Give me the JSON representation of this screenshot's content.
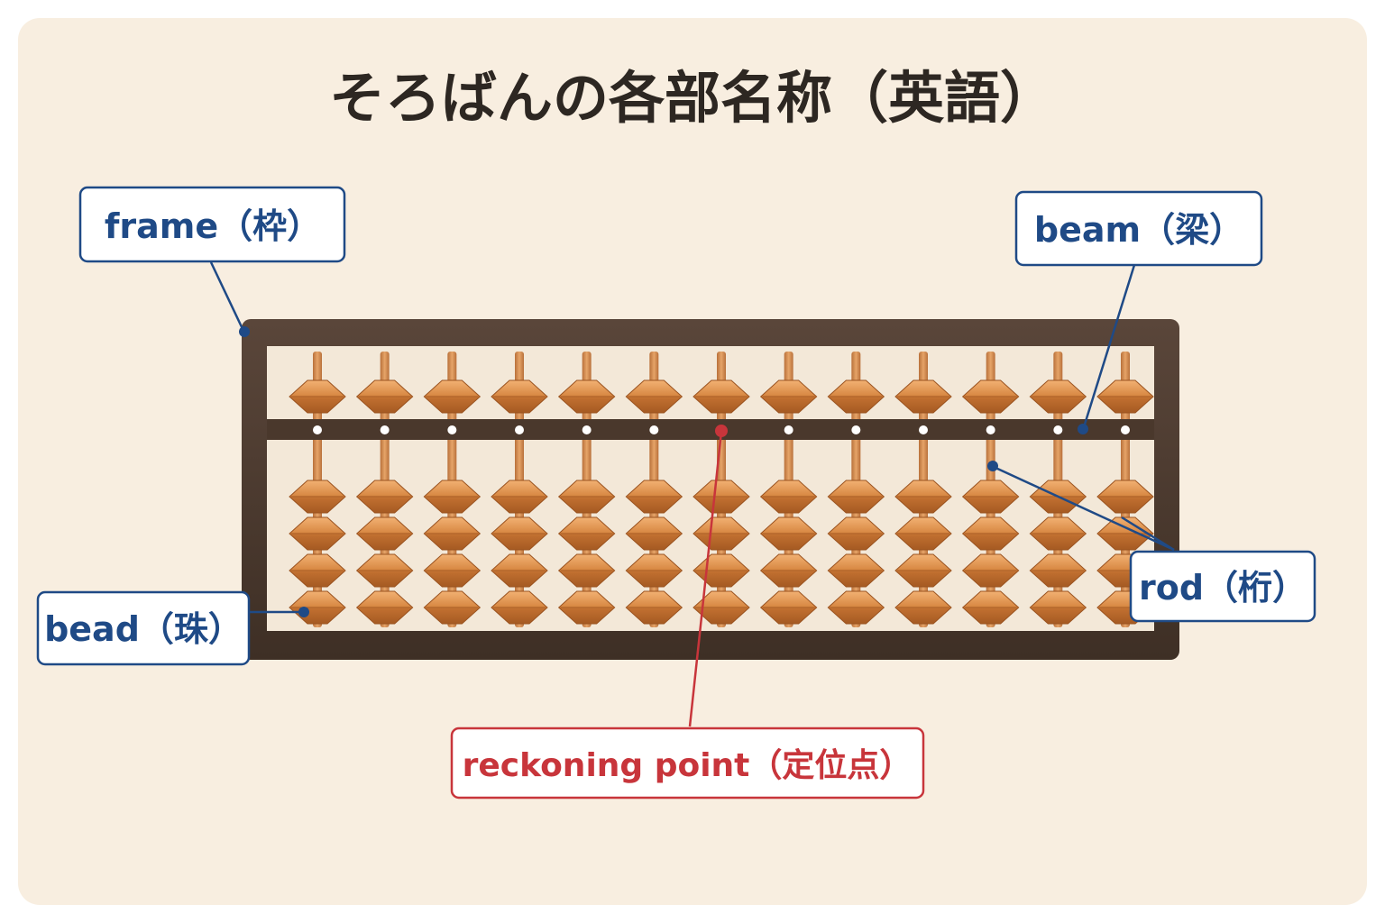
{
  "title": "そろばんの各部名称（英語）",
  "labels": {
    "frame": "frame（枠）",
    "beam": "beam（梁）",
    "rod": "rod（桁）",
    "bead": "bead（珠）",
    "reckoning_point": "reckoning point（定位点）"
  },
  "abacus": {
    "rod_count": 13,
    "upper_beads_per_rod": 1,
    "lower_beads_per_rod": 4,
    "reckoning_point_rod": 7
  },
  "colors": {
    "background": "#f8eee0",
    "frame": "#4a382c",
    "bead": "#d98a45",
    "blue_label": "#1f4a86",
    "red_label": "#c8353b",
    "title": "#2d2722"
  }
}
